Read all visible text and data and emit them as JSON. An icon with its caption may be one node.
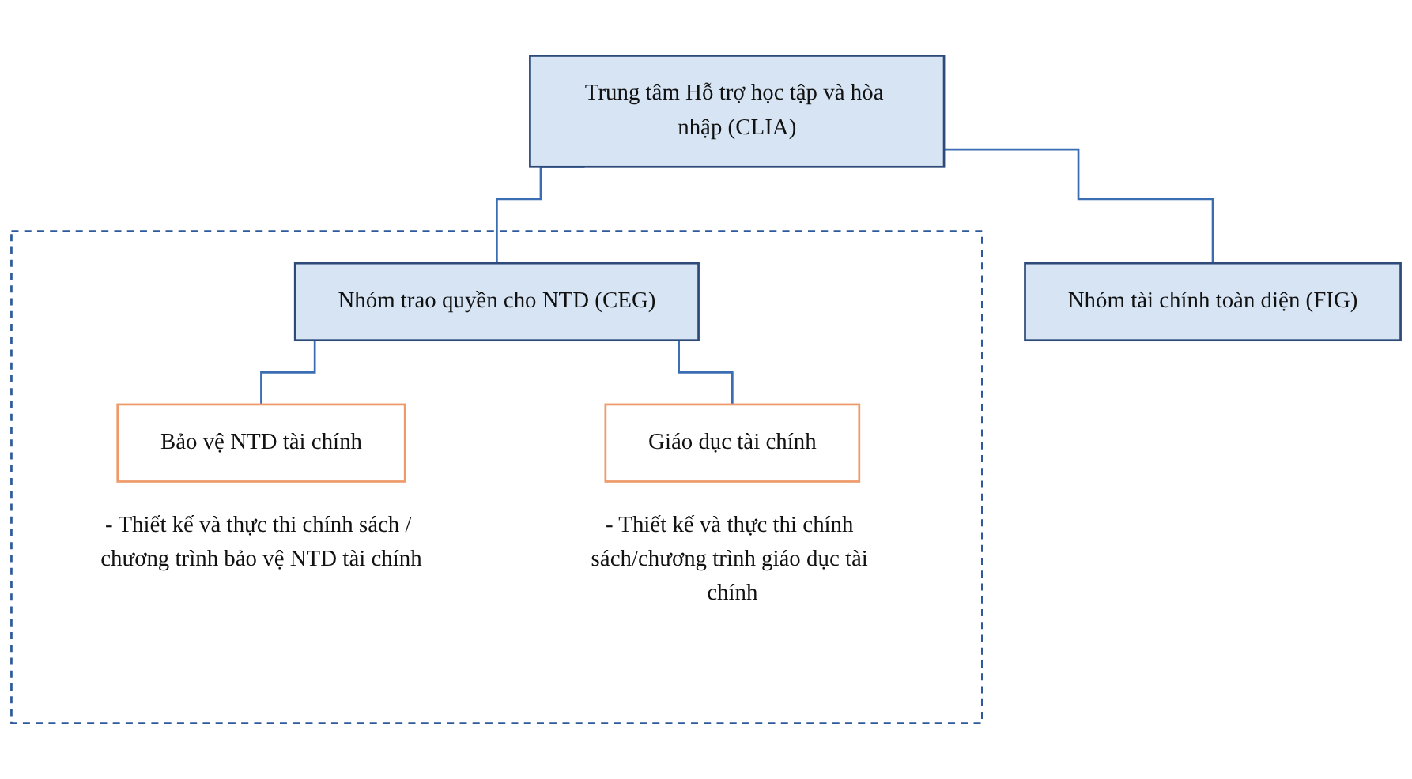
{
  "diagram": {
    "nodes": [
      {
        "text": [
          "Trung tâm Hỗ trợ học tập và hòa nhập (CLIA)"
        ]
      },
      {
        "text": [
          "Nhóm tài chính toàn diện (FIG)"
        ]
      },
      {
        "text": [],
        "shape": "box"
      },
      {
        "text": [
          "Nhóm trao quyền cho NTD (CEG)"
        ],
        "in": 2
      },
      {
        "text": [
          "Bảo vệ NTD tài chính"
        ],
        "in": 2,
        "beside": [
          "- Thiết kế và thực thi chính sách / chương trình bảo vệ NTD tài chính"
        ]
      },
      {
        "text": [
          "Giáo dục tài chính"
        ],
        "in": 2,
        "beside": [
          "- Thiết kế và thực thi chính sách/chương trình giáo dục tài chính"
        ]
      }
    ],
    "edges": [
      {
        "from": 0,
        "to": 1,
        "arrow": "none"
      },
      {
        "from": 0,
        "to": 3,
        "arrow": "none"
      },
      {
        "from": 3,
        "to": 4,
        "arrow": "none"
      },
      {
        "from": 3,
        "to": 5,
        "arrow": "none"
      }
    ]
  }
}
